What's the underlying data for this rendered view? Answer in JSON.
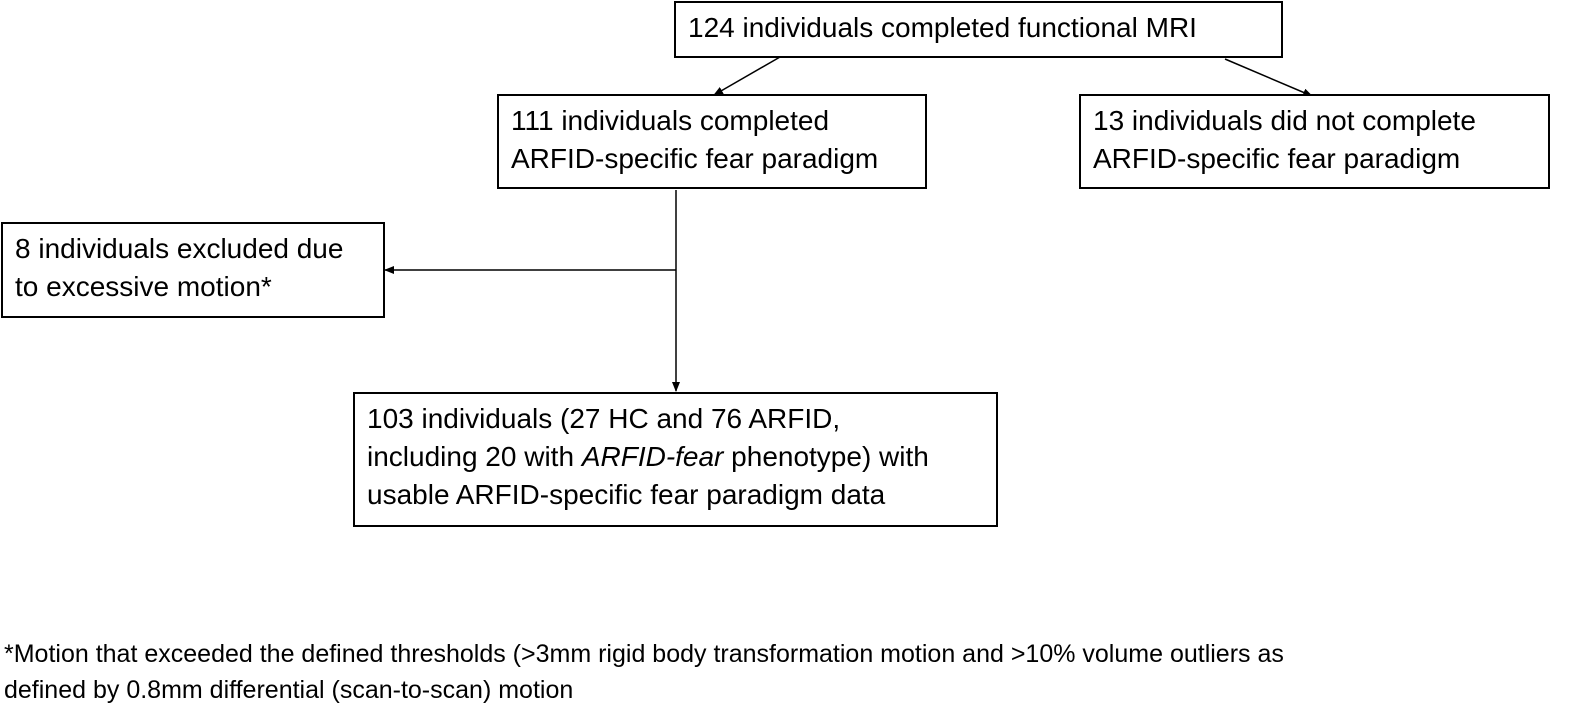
{
  "boxes": {
    "mri": {
      "lines": [
        "124 individuals completed functional MRI"
      ]
    },
    "completed": {
      "lines": [
        "111 individuals completed",
        "ARFID-specific fear paradigm"
      ]
    },
    "not_completed": {
      "lines": [
        "13 individuals did not complete",
        "ARFID-specific fear paradigm"
      ]
    },
    "excluded": {
      "lines": [
        "8 individuals excluded due",
        "to excessive motion*"
      ]
    },
    "final": {
      "line1": "103 individuals (27 HC and 76 ARFID,",
      "line2_prefix": "including 20 with ",
      "line2_italic": "ARFID-fear",
      "line2_suffix": " phenotype) with",
      "line3": "usable ARFID-specific fear paradigm data"
    }
  },
  "footnote": {
    "line1": "*Motion that exceeded the defined thresholds (>3mm rigid body transformation motion and >10% volume outliers as",
    "line2": "defined by 0.8mm differential (scan-to-scan) motion"
  },
  "colors": {
    "stroke": "#000000",
    "background": "#ffffff"
  }
}
